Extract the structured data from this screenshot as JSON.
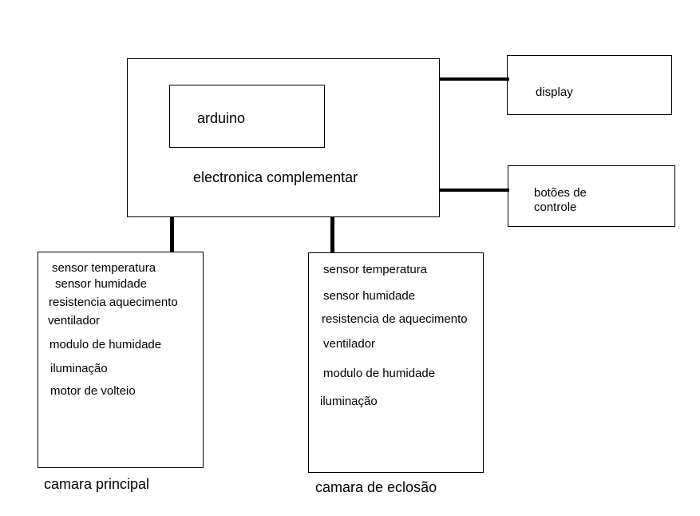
{
  "main_unit": {
    "title": "electronica complementar",
    "inner": {
      "label": "arduino"
    }
  },
  "peripherals": {
    "display": {
      "label": "display"
    },
    "controls": {
      "label_line1": "botões de",
      "label_line2": "controle"
    }
  },
  "chambers": [
    {
      "caption": "camara principal",
      "items": [
        "sensor temperatura",
        "sensor humidade",
        "resistencia aquecimento",
        "ventilador",
        "modulo de humidade",
        "iluminação",
        "motor de volteio"
      ]
    },
    {
      "caption": "camara de eclosão",
      "items": [
        "sensor temperatura",
        "sensor humidade",
        "resistencia de aquecimento",
        "ventilador",
        "modulo de humidade",
        "iluminação"
      ]
    }
  ]
}
